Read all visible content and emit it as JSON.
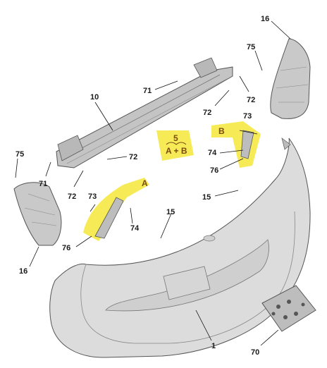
{
  "labels": [
    {
      "id": "16a",
      "text": "16"
    },
    {
      "id": "75a",
      "text": "75"
    },
    {
      "id": "71a",
      "text": "71"
    },
    {
      "id": "72a",
      "text": "72"
    },
    {
      "id": "72b",
      "text": "72"
    },
    {
      "id": "10",
      "text": "10"
    },
    {
      "id": "73a",
      "text": "73"
    },
    {
      "id": "74a",
      "text": "74"
    },
    {
      "id": "76a",
      "text": "76"
    },
    {
      "id": "75b",
      "text": "75"
    },
    {
      "id": "71b",
      "text": "71"
    },
    {
      "id": "72c",
      "text": "72"
    },
    {
      "id": "72d",
      "text": "72"
    },
    {
      "id": "73b",
      "text": "73"
    },
    {
      "id": "15a",
      "text": "15"
    },
    {
      "id": "74b",
      "text": "74"
    },
    {
      "id": "15b",
      "text": "15"
    },
    {
      "id": "76b",
      "text": "76"
    },
    {
      "id": "16b",
      "text": "16"
    },
    {
      "id": "1",
      "text": "1"
    },
    {
      "id": "70",
      "text": "70"
    }
  ],
  "highlights": {
    "b": "B",
    "a": "A",
    "group_number": "5",
    "group_formula": "A + B"
  },
  "colors": {
    "highlight": "#f5e83a",
    "bumper_fill": "#dcdcdc",
    "part_fill": "#c9c9c9",
    "outline": "#555555"
  }
}
